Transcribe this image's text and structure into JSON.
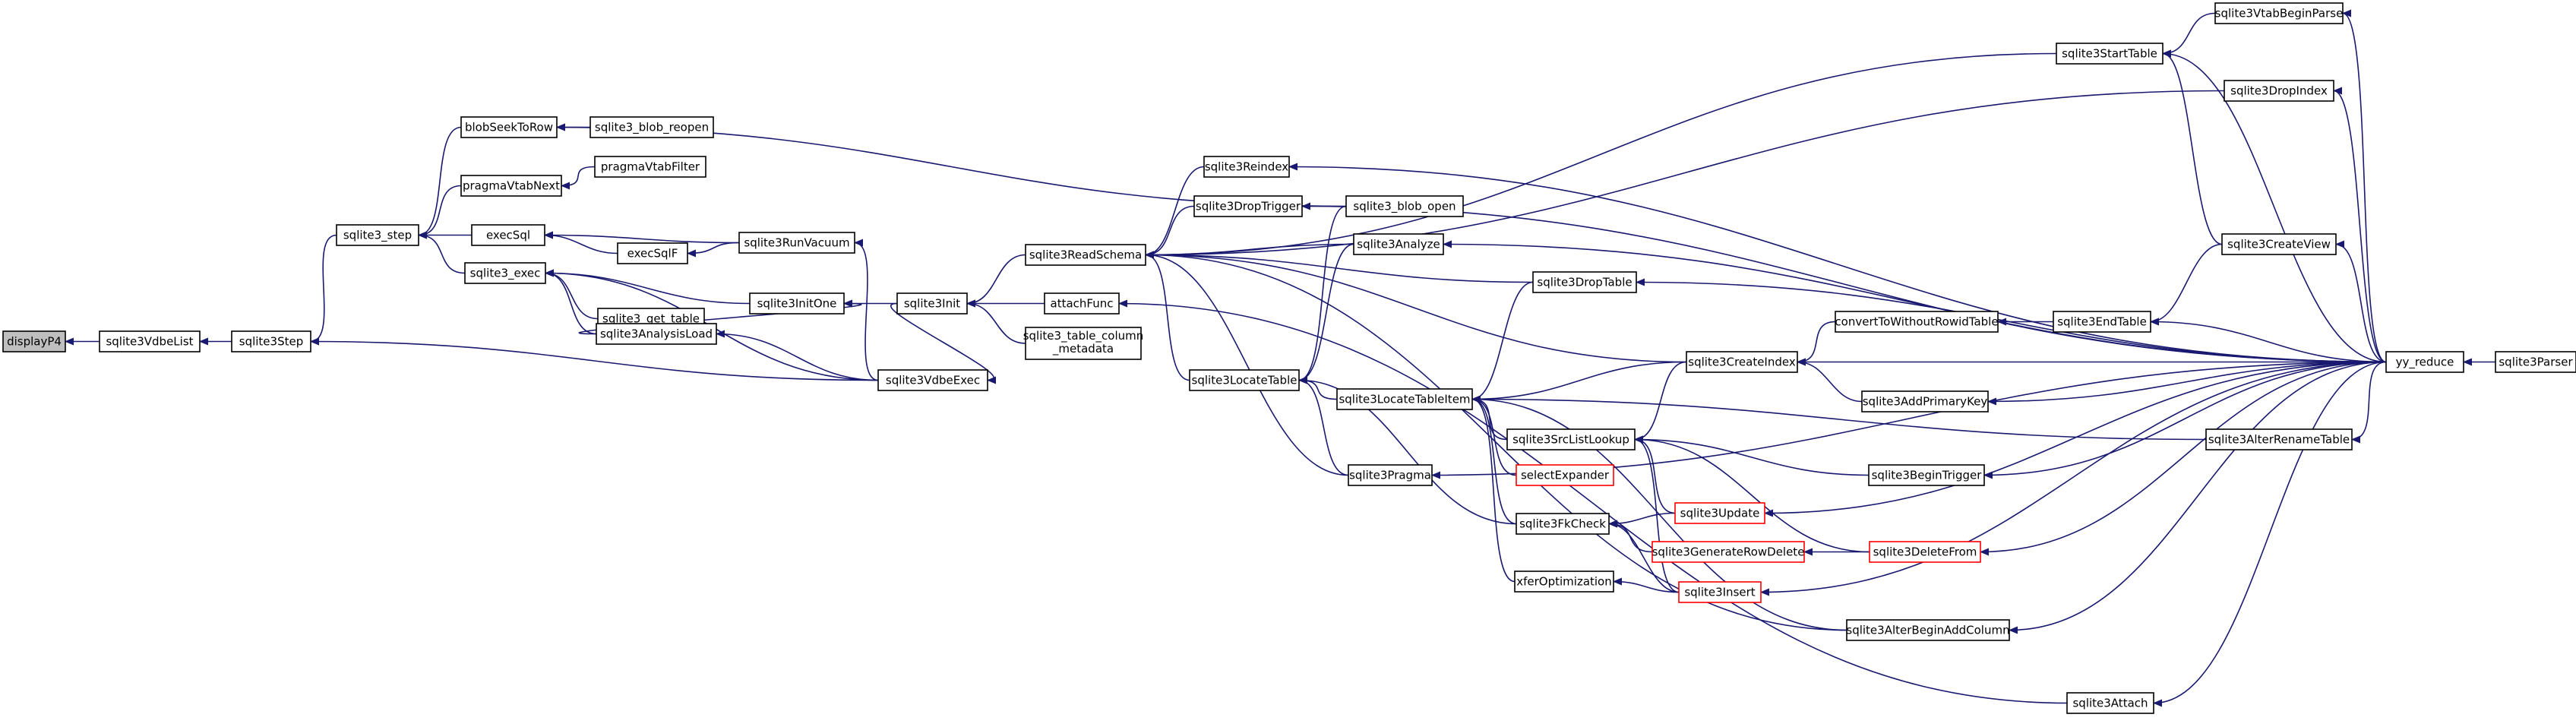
{
  "graph": {
    "colors": {
      "edge": "#191970",
      "node_border": "#000000",
      "truncated_border": "#ff0000",
      "highlight_fill": "#bfbfbf",
      "node_fill": "#ffffff"
    },
    "nodes": [
      {
        "id": "displayP4",
        "label": "displayP4",
        "highlight": true
      },
      {
        "id": "sqlite3VdbeList",
        "label": "sqlite3VdbeList"
      },
      {
        "id": "sqlite3Step",
        "label": "sqlite3Step"
      },
      {
        "id": "sqlite3_step",
        "label": "sqlite3_step"
      },
      {
        "id": "blobSeekToRow",
        "label": "blobSeekToRow"
      },
      {
        "id": "sqlite3_blob_reopen",
        "label": "sqlite3_blob_reopen"
      },
      {
        "id": "pragmaVtabNext",
        "label": "pragmaVtabNext"
      },
      {
        "id": "pragmaVtabFilter",
        "label": "pragmaVtabFilter"
      },
      {
        "id": "execSql",
        "label": "execSql"
      },
      {
        "id": "execSqlF",
        "label": "execSqlF"
      },
      {
        "id": "sqlite3RunVacuum",
        "label": "sqlite3RunVacuum"
      },
      {
        "id": "sqlite3_exec",
        "label": "sqlite3_exec"
      },
      {
        "id": "sqlite3_get_table",
        "label": "sqlite3_get_table"
      },
      {
        "id": "sqlite3InitOne",
        "label": "sqlite3InitOne"
      },
      {
        "id": "sqlite3AnalysisLoad",
        "label": "sqlite3AnalysisLoad"
      },
      {
        "id": "sqlite3VdbeExec",
        "label": "sqlite3VdbeExec"
      },
      {
        "id": "sqlite3Init",
        "label": "sqlite3Init"
      },
      {
        "id": "attachFunc",
        "label": "attachFunc"
      },
      {
        "id": "sqlite3_table_column_metadata",
        "label": "sqlite3_table_column",
        "label2": "_metadata"
      },
      {
        "id": "sqlite3ReadSchema",
        "label": "sqlite3ReadSchema"
      },
      {
        "id": "sqlite3LocateTable",
        "label": "sqlite3LocateTable"
      },
      {
        "id": "sqlite3Reindex",
        "label": "sqlite3Reindex"
      },
      {
        "id": "sqlite3DropTrigger",
        "label": "sqlite3DropTrigger"
      },
      {
        "id": "sqlite3_blob_open",
        "label": "sqlite3_blob_open"
      },
      {
        "id": "sqlite3Analyze",
        "label": "sqlite3Analyze"
      },
      {
        "id": "sqlite3Pragma",
        "label": "sqlite3Pragma"
      },
      {
        "id": "sqlite3LocateTableItem",
        "label": "sqlite3LocateTableItem"
      },
      {
        "id": "sqlite3SrcListLookup",
        "label": "sqlite3SrcListLookup"
      },
      {
        "id": "selectExpander",
        "label": "selectExpander",
        "truncated": true
      },
      {
        "id": "sqlite3FkCheck",
        "label": "sqlite3FkCheck"
      },
      {
        "id": "xferOptimization",
        "label": "xferOptimization"
      },
      {
        "id": "sqlite3DropTable",
        "label": "sqlite3DropTable"
      },
      {
        "id": "sqlite3CreateIndex",
        "label": "sqlite3CreateIndex"
      },
      {
        "id": "sqlite3Update",
        "label": "sqlite3Update",
        "truncated": true
      },
      {
        "id": "sqlite3GenerateRowDelete",
        "label": "sqlite3GenerateRowDelete",
        "truncated": true
      },
      {
        "id": "sqlite3Insert",
        "label": "sqlite3Insert",
        "truncated": true
      },
      {
        "id": "sqlite3AlterBeginAddColumn",
        "label": "sqlite3AlterBeginAddColumn"
      },
      {
        "id": "convertToWithoutRowidTable",
        "label": "convertToWithoutRowidTable"
      },
      {
        "id": "sqlite3AddPrimaryKey",
        "label": "sqlite3AddPrimaryKey"
      },
      {
        "id": "sqlite3BeginTrigger",
        "label": "sqlite3BeginTrigger"
      },
      {
        "id": "sqlite3DeleteFrom",
        "label": "sqlite3DeleteFrom",
        "truncated": true
      },
      {
        "id": "sqlite3StartTable",
        "label": "sqlite3StartTable"
      },
      {
        "id": "sqlite3EndTable",
        "label": "sqlite3EndTable"
      },
      {
        "id": "sqlite3AlterRenameTable",
        "label": "sqlite3AlterRenameTable"
      },
      {
        "id": "sqlite3Attach",
        "label": "sqlite3Attach"
      },
      {
        "id": "sqlite3VtabBeginParse",
        "label": "sqlite3VtabBeginParse"
      },
      {
        "id": "sqlite3DropIndex",
        "label": "sqlite3DropIndex"
      },
      {
        "id": "sqlite3CreateView",
        "label": "sqlite3CreateView"
      },
      {
        "id": "yy_reduce",
        "label": "yy_reduce"
      },
      {
        "id": "sqlite3Parser",
        "label": "sqlite3Parser"
      }
    ],
    "edges": [
      [
        "sqlite3VdbeList",
        "displayP4"
      ],
      [
        "sqlite3Step",
        "sqlite3VdbeList"
      ],
      [
        "sqlite3_step",
        "sqlite3Step"
      ],
      [
        "sqlite3VdbeExec",
        "sqlite3Step"
      ],
      [
        "blobSeekToRow",
        "sqlite3_step"
      ],
      [
        "pragmaVtabNext",
        "sqlite3_step"
      ],
      [
        "execSql",
        "sqlite3_step"
      ],
      [
        "sqlite3_exec",
        "sqlite3_step"
      ],
      [
        "sqlite3_blob_reopen",
        "blobSeekToRow"
      ],
      [
        "sqlite3_blob_open",
        "blobSeekToRow"
      ],
      [
        "pragmaVtabFilter",
        "pragmaVtabNext"
      ],
      [
        "execSqlF",
        "execSql"
      ],
      [
        "sqlite3RunVacuum",
        "execSql"
      ],
      [
        "sqlite3RunVacuum",
        "execSqlF"
      ],
      [
        "sqlite3VdbeExec",
        "sqlite3RunVacuum"
      ],
      [
        "sqlite3_get_table",
        "sqlite3_exec"
      ],
      [
        "sqlite3InitOne",
        "sqlite3_exec"
      ],
      [
        "sqlite3AnalysisLoad",
        "sqlite3_exec"
      ],
      [
        "sqlite3VdbeExec",
        "sqlite3_exec"
      ],
      [
        "sqlite3Init",
        "sqlite3InitOne"
      ],
      [
        "sqlite3AnalysisLoad",
        "sqlite3InitOne"
      ],
      [
        "sqlite3VdbeExec",
        "sqlite3AnalysisLoad"
      ],
      [
        "sqlite3Init",
        "sqlite3VdbeExec"
      ],
      [
        "sqlite3ReadSchema",
        "sqlite3Init"
      ],
      [
        "attachFunc",
        "sqlite3Init"
      ],
      [
        "sqlite3_table_column_metadata",
        "sqlite3Init"
      ],
      [
        "sqlite3Attach",
        "attachFunc"
      ],
      [
        "sqlite3LocateTable",
        "sqlite3ReadSchema"
      ],
      [
        "sqlite3Reindex",
        "sqlite3ReadSchema"
      ],
      [
        "sqlite3DropTrigger",
        "sqlite3ReadSchema"
      ],
      [
        "sqlite3Analyze",
        "sqlite3ReadSchema"
      ],
      [
        "sqlite3Pragma",
        "sqlite3ReadSchema"
      ],
      [
        "sqlite3DropTable",
        "sqlite3ReadSchema"
      ],
      [
        "sqlite3CreateIndex",
        "sqlite3ReadSchema"
      ],
      [
        "sqlite3StartTable",
        "sqlite3ReadSchema"
      ],
      [
        "sqlite3DropIndex",
        "sqlite3ReadSchema"
      ],
      [
        "sqlite3AlterBeginAddColumn",
        "sqlite3ReadSchema"
      ],
      [
        "sqlite3_blob_open",
        "sqlite3LocateTable"
      ],
      [
        "sqlite3Analyze",
        "sqlite3LocateTable"
      ],
      [
        "sqlite3Pragma",
        "sqlite3LocateTable"
      ],
      [
        "sqlite3LocateTableItem",
        "sqlite3LocateTable"
      ],
      [
        "sqlite3FkCheck",
        "sqlite3LocateTable"
      ],
      [
        "sqlite3SrcListLookup",
        "sqlite3LocateTableItem"
      ],
      [
        "selectExpander",
        "sqlite3LocateTableItem"
      ],
      [
        "sqlite3FkCheck",
        "sqlite3LocateTableItem"
      ],
      [
        "xferOptimization",
        "sqlite3LocateTableItem"
      ],
      [
        "sqlite3DropTable",
        "sqlite3LocateTableItem"
      ],
      [
        "sqlite3CreateIndex",
        "sqlite3LocateTableItem"
      ],
      [
        "sqlite3AlterBeginAddColumn",
        "sqlite3LocateTableItem"
      ],
      [
        "sqlite3AlterRenameTable",
        "sqlite3LocateTableItem"
      ],
      [
        "sqlite3CreateIndex",
        "sqlite3SrcListLookup"
      ],
      [
        "sqlite3Update",
        "sqlite3SrcListLookup"
      ],
      [
        "sqlite3Insert",
        "sqlite3SrcListLookup"
      ],
      [
        "sqlite3BeginTrigger",
        "sqlite3SrcListLookup"
      ],
      [
        "sqlite3DeleteFrom",
        "sqlite3SrcListLookup"
      ],
      [
        "sqlite3Update",
        "sqlite3FkCheck"
      ],
      [
        "sqlite3GenerateRowDelete",
        "sqlite3FkCheck"
      ],
      [
        "sqlite3Insert",
        "sqlite3FkCheck"
      ],
      [
        "sqlite3Insert",
        "xferOptimization"
      ],
      [
        "sqlite3DeleteFrom",
        "sqlite3GenerateRowDelete"
      ],
      [
        "convertToWithoutRowidTable",
        "sqlite3CreateIndex"
      ],
      [
        "sqlite3AddPrimaryKey",
        "sqlite3CreateIndex"
      ],
      [
        "yy_reduce",
        "sqlite3CreateIndex"
      ],
      [
        "sqlite3EndTable",
        "convertToWithoutRowidTable"
      ],
      [
        "sqlite3CreateView",
        "sqlite3EndTable"
      ],
      [
        "yy_reduce",
        "sqlite3EndTable"
      ],
      [
        "sqlite3CreateView",
        "sqlite3StartTable"
      ],
      [
        "sqlite3VtabBeginParse",
        "sqlite3StartTable"
      ],
      [
        "yy_reduce",
        "sqlite3StartTable"
      ],
      [
        "yy_reduce",
        "sqlite3VtabBeginParse"
      ],
      [
        "yy_reduce",
        "sqlite3DropIndex"
      ],
      [
        "yy_reduce",
        "sqlite3CreateView"
      ],
      [
        "yy_reduce",
        "sqlite3Reindex"
      ],
      [
        "yy_reduce",
        "sqlite3DropTrigger"
      ],
      [
        "yy_reduce",
        "sqlite3Analyze"
      ],
      [
        "yy_reduce",
        "sqlite3DropTable"
      ],
      [
        "yy_reduce",
        "sqlite3AddPrimaryKey"
      ],
      [
        "yy_reduce",
        "sqlite3AlterRenameTable"
      ],
      [
        "yy_reduce",
        "sqlite3BeginTrigger"
      ],
      [
        "yy_reduce",
        "sqlite3Update"
      ],
      [
        "yy_reduce",
        "sqlite3DeleteFrom"
      ],
      [
        "yy_reduce",
        "sqlite3Insert"
      ],
      [
        "yy_reduce",
        "sqlite3AlterBeginAddColumn"
      ],
      [
        "yy_reduce",
        "sqlite3Pragma"
      ],
      [
        "yy_reduce",
        "sqlite3Attach"
      ],
      [
        "sqlite3Parser",
        "yy_reduce"
      ]
    ]
  }
}
